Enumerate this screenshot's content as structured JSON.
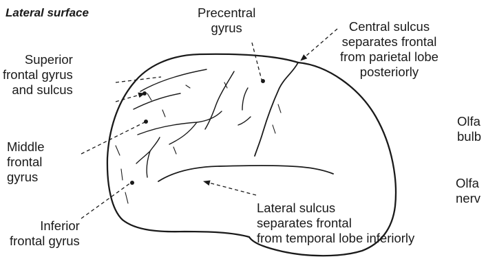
{
  "diagram": {
    "section_title": "Lateral surface",
    "labels": {
      "precentral_gyrus": "Precentral\ngyrus",
      "central_sulcus": "Central sulcus\nseparates frontal\nfrom parietal lobe\nposteriorly",
      "superior_frontal": "Superior\nfrontal gyrus\nand sulcus",
      "middle_frontal": "Middle\nfrontal\ngyrus",
      "inferior_frontal": "Inferior\nfrontal gyrus",
      "lateral_sulcus": "Lateral sulcus\nseparates frontal\nfrom temporal lobe inferiorly",
      "olfactory_bulb": "Olfa\nbulb",
      "olfactory_nerve": "Olfa\nnerv"
    }
  }
}
